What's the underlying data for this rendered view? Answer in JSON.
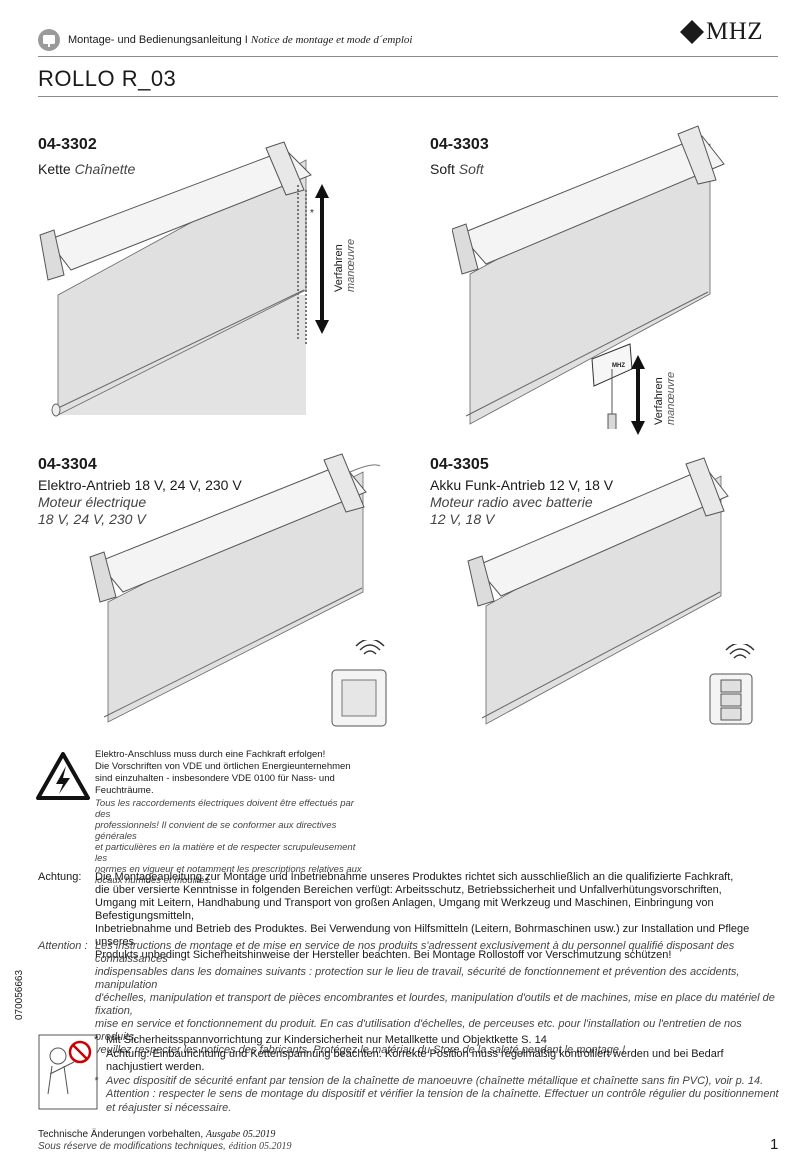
{
  "header": {
    "text_de": "Montage- und Bedienungsanleitung I",
    "text_fr": "Notice de montage et mode d´emploi",
    "logo": "MHZ"
  },
  "title": "ROLLO R_03",
  "products": [
    {
      "code": "04-3302",
      "name_de": "Kette",
      "name_fr": "Chaînette",
      "lines": []
    },
    {
      "code": "04-3303",
      "name_de": "Soft",
      "name_fr": "Soft",
      "lines": []
    },
    {
      "code": "04-3304",
      "name_de": "Elektro-Antrieb 18 V, 24 V, 230 V",
      "lines": [
        "Moteur électrique",
        "18 V, 24 V, 230 V"
      ]
    },
    {
      "code": "04-3305",
      "name_de": "Akku Funk-Antrieb 12 V, 18 V",
      "lines": [
        "Moteur radio avec batterie",
        "12 V, 18 V"
      ]
    }
  ],
  "labels": {
    "verfahren": "Verfahren",
    "manoeuvre": "manœuvre",
    "star": "*",
    "chain_brand": "MHZ"
  },
  "warning": {
    "de": [
      "Elektro-Anschluss muss durch eine Fachkraft erfolgen!",
      "Die Vorschriften von VDE und örtlichen Energieunternehmen",
      "sind einzuhalten - insbesondere VDE 0100 für Nass- und",
      "Feuchträume."
    ],
    "fr": [
      "Tous les raccordements électriques doivent être effectués par des",
      "professionnels! Il convient de se conformer aux directives générales",
      "et particulières en la matière et de respecter scrupuleusement les",
      "normes en vigueur et notamment les prescriptions relatives aux",
      "locaux humides et mouillés."
    ]
  },
  "achtung": {
    "label": "Achtung:",
    "lines": [
      "Die Montageanleitung zur Montage und Inbetriebnahme unseres Produktes richtet sich ausschließlich an die qualifizierte Fachkraft,",
      "die über versierte Kenntnisse in folgenden Bereichen verfügt: Arbeitsschutz, Betriebssicherheit und Unfallverhütungsvorschriften,",
      "Umgang mit Leitern, Handhabung und Transport von großen Anlagen, Umgang mit Werkzeug und Maschinen, Einbringung von Befestigungsmitteln,",
      "Inbetriebnahme und Betrieb des Produktes. Bei Verwendung von Hilfsmitteln (Leitern, Bohrmaschinen usw.) zur Installation und Pflege unseres",
      "Produkts unbedingt Sicherheitshinweise der Hersteller beachten. Bei Montage Rollostoff vor Verschmutzung schützen!"
    ]
  },
  "attention": {
    "label": "Attention :",
    "lines": [
      "Les instructions de montage et de mise en service de nos produits s'adressent exclusivement à du personnel qualifié disposant des connaissances",
      "indispensables dans les domaines suivants : protection sur le lieu de travail, sécurité de fonctionnement et prévention des accidents, manipulation",
      "d'échelles, manipulation et transport de pièces encombrantes et lourdes, manipulation d'outils et de machines, mise en place du matériel de fixation,",
      "mise en service et fonctionnement du produit. En cas d'utilisation d'échelles, de perceuses etc. pour l'installation ou l'entretien de nos produits,",
      "veuillez respecter les notices des fabricants. Protégez le matériau du Store de la saleté pendant le montage !"
    ]
  },
  "doc_ref": "070056663",
  "safety": {
    "de": [
      "Mit Sicherheitsspannvorrichtung zur Kindersicherheit nur Metallkette und Objektkette S. 14",
      "Achtung: Einbaurichtung und Kettenspannung beachten. Korrekte Position muss regelmäßig kontrolliert werden und bei Bedarf",
      "nachjustiert werden."
    ],
    "fr": [
      "Avec dispositif de sécurité enfant par tension de la chaînette de manoeuvre (chaînette métallique et chaînette sans fin PVC), voir p. 14.",
      "Attention : respecter le sens de montage du dispositif et vérifier la tension de la chaînette. Effectuer un contrôle régulier du positionnement",
      "et réajuster si nécessaire."
    ]
  },
  "footer": {
    "line1": "Technische Änderungen vorbehalten,",
    "line1_edition": "Ausgabe 05.2019",
    "line2": "Sous réserve de modifications techniques,",
    "line2_edition": "édition 05.2019",
    "page": "1"
  }
}
